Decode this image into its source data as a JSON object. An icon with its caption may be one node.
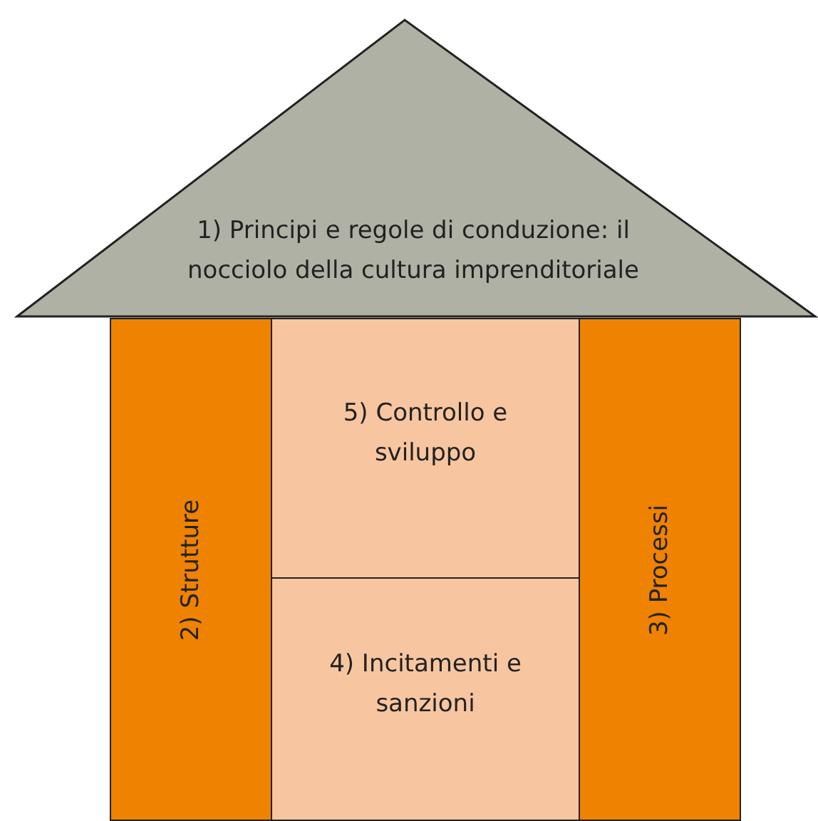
{
  "diagram": {
    "nodes": [
      {
        "text": [
          "1) Principi e regole di conduzione: il nocciolo della cultura imprenditoriale"
        ]
      },
      {
        "text": [
          "2) Strutture"
        ]
      },
      {
        "text": [
          "5) Controllo e sviluppo"
        ]
      },
      {
        "text": [
          "3) Processi"
        ]
      },
      {
        "text": [
          "4) Incitamenti e sanzioni"
        ]
      }
    ]
  }
}
